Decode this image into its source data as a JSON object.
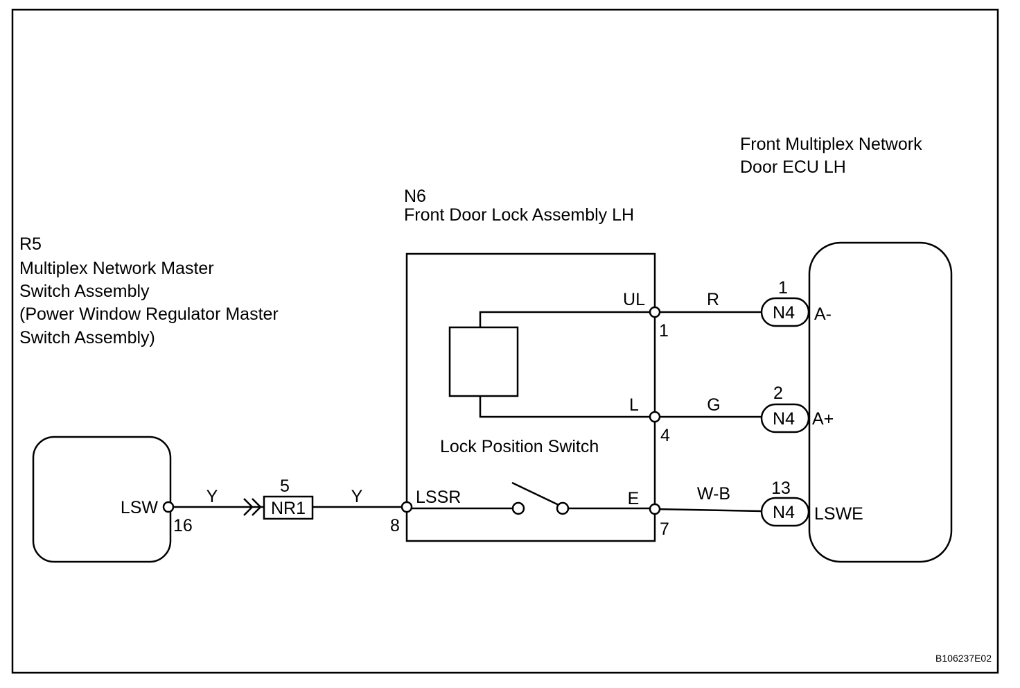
{
  "figure_code": "B106237E02",
  "master_switch": {
    "code": "R5",
    "name_lines": [
      "Multiplex Network Master",
      "Switch Assembly",
      "(Power Window Regulator Master",
      "Switch Assembly)"
    ],
    "terminal": {
      "name": "LSW",
      "pin": "16"
    }
  },
  "junction": {
    "code": "NR1",
    "pin": "5"
  },
  "door_lock": {
    "code": "N6",
    "name": "Front Door Lock Assembly LH",
    "switch_label": "Lock Position Switch",
    "terminals": {
      "lssr": {
        "name": "LSSR",
        "pin": "8"
      },
      "ul": {
        "name": "UL",
        "pin": "1"
      },
      "l": {
        "name": "L",
        "pin": "4"
      },
      "e": {
        "name": "E",
        "pin": "7"
      }
    }
  },
  "door_ecu": {
    "name_lines": [
      "Front Multiplex Network",
      "Door ECU LH"
    ],
    "terminals": {
      "a_minus": {
        "name": "A-",
        "connector": "N4",
        "pin": "1"
      },
      "a_plus": {
        "name": "A+",
        "connector": "N4",
        "pin": "2"
      },
      "lswe": {
        "name": "LSWE",
        "connector": "N4",
        "pin": "13"
      }
    }
  },
  "wires": {
    "lsw_to_nr1": "Y",
    "nr1_to_lssr": "Y",
    "ul_to_a_minus": "R",
    "l_to_a_plus": "G",
    "e_to_lswe": "W-B"
  }
}
